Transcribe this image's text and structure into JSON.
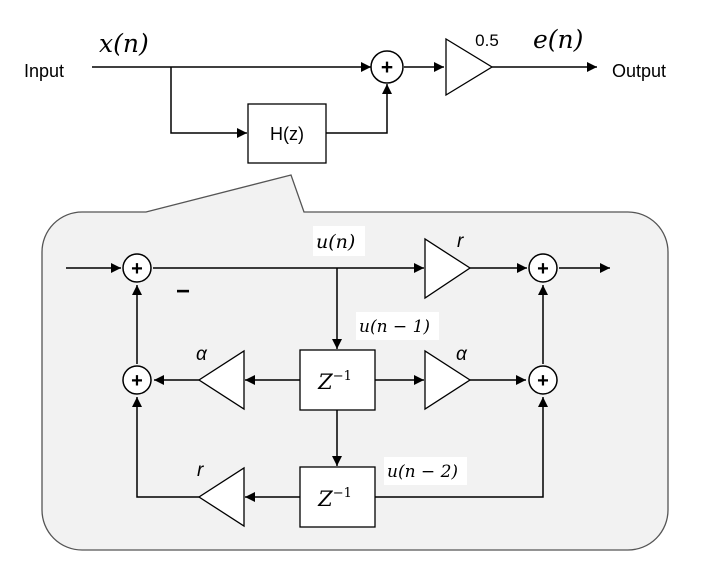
{
  "top": {
    "input_label": "Input",
    "output_label": "Output",
    "x_signal": "x(n)",
    "e_signal": "e(n)",
    "gain": "0.5",
    "filter": "H(z)",
    "sum": "+"
  },
  "detail": {
    "u_n": "u(n)",
    "u_n1": "u(n − 1)",
    "u_n2": "u(n − 2)",
    "gain_r": "r",
    "gain_alpha": "α",
    "minus": "−",
    "sum": "+",
    "delay_base": "Z",
    "delay_exp": "−1"
  }
}
